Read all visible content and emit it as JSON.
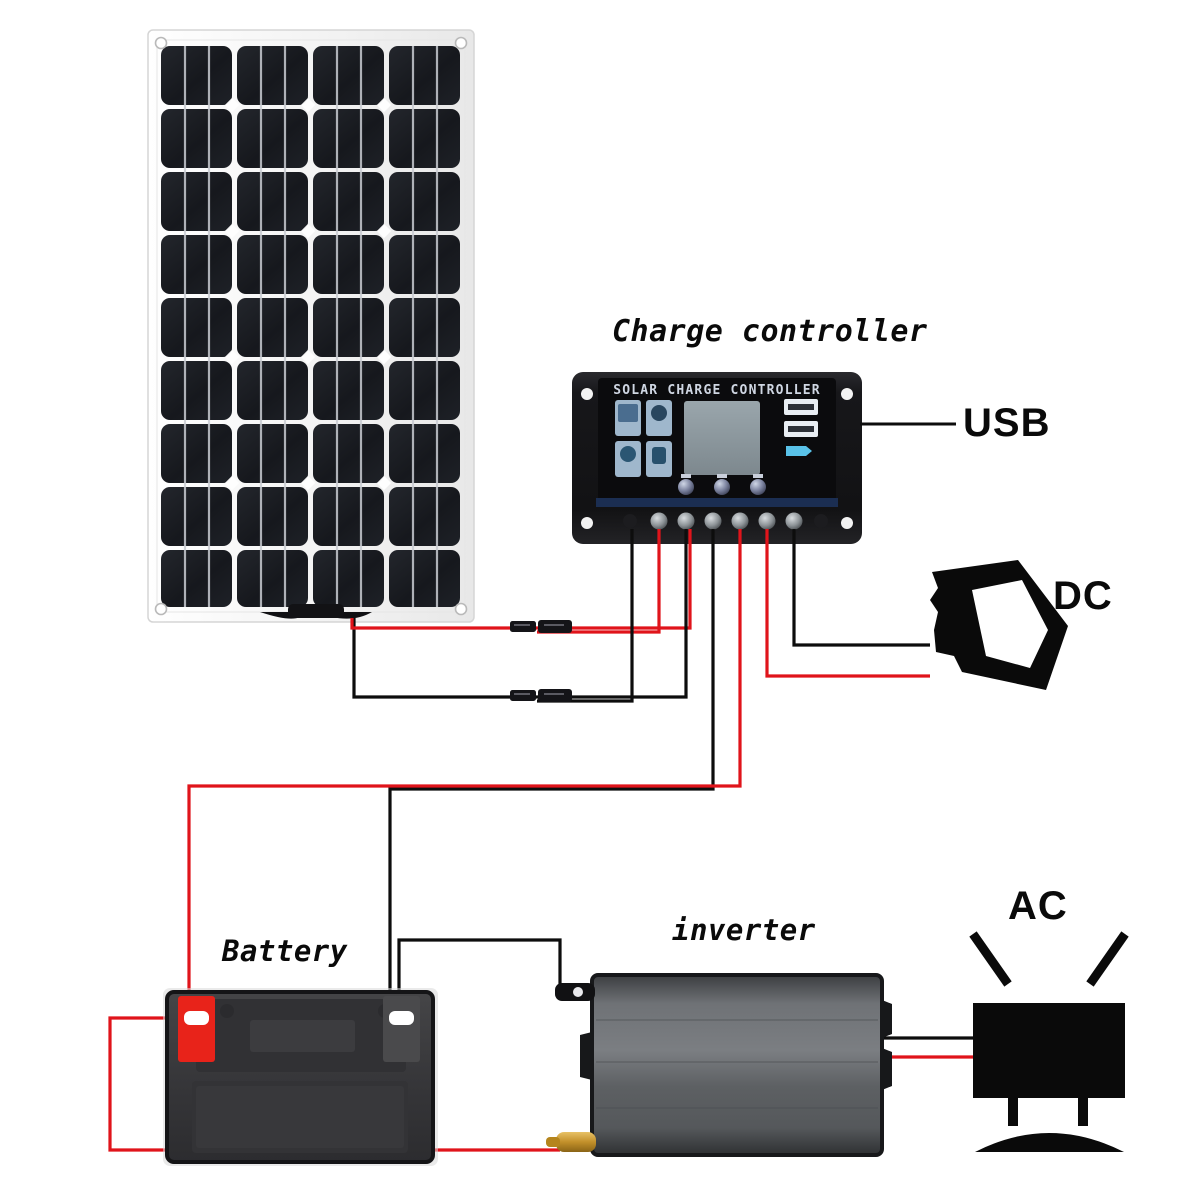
{
  "diagram": {
    "title": "Solar power system wiring diagram",
    "background": "#ffffff"
  },
  "labels": {
    "charge_controller": "Charge controller",
    "battery": "Battery",
    "inverter": "inverter",
    "usb": "USB",
    "dc": "DC",
    "ac": "AC"
  },
  "components": {
    "solar_panel": {
      "name": "solar-panel",
      "frame_color": "#f2f2f2",
      "cell_color": "#1b1d22",
      "columns": 4,
      "rows": 9,
      "grommets": 4,
      "junction_box": "junction-box"
    },
    "charge_controller": {
      "name": "charge-controller",
      "silkscreen": "SOLAR CHARGE CONTROLLER",
      "body_color": "#151517",
      "screen_color": "#8f9aa0",
      "icon_buttons": 4,
      "usb_ports": 2,
      "indicator_lamps": 3,
      "terminal_screws": 6,
      "mounting_holes": 4
    },
    "battery": {
      "name": "battery",
      "body_color": "#3a3a3c",
      "positive_terminal_color": "#e8231a",
      "negative_terminal_color": "#4a4a4c"
    },
    "inverter": {
      "name": "inverter",
      "body_color": "#6e7174",
      "dc_negative_terminal": "black",
      "dc_positive_terminal": "#c9941f"
    },
    "dc_device": {
      "name": "dc-socket",
      "color": "#0a0a0a"
    },
    "ac_device": {
      "name": "ac-television",
      "color": "#0a0a0a",
      "rays": 2
    }
  },
  "wiring": {
    "positive_color": "#e0141b",
    "negative_color": "#0d0d0d",
    "mc4_connectors": 2,
    "connections": [
      {
        "from": "solar-panel-positive",
        "to": "controller-pv-positive",
        "color": "#e0141b"
      },
      {
        "from": "solar-panel-negative",
        "to": "controller-pv-negative",
        "color": "#0d0d0d"
      },
      {
        "from": "controller-battery-positive",
        "to": "battery-positive",
        "color": "#e0141b"
      },
      {
        "from": "controller-battery-negative",
        "to": "battery-negative",
        "color": "#0d0d0d"
      },
      {
        "from": "controller-load-positive",
        "to": "dc-socket-positive",
        "color": "#e0141b"
      },
      {
        "from": "controller-load-negative",
        "to": "dc-socket-negative",
        "color": "#0d0d0d"
      },
      {
        "from": "battery-negative",
        "to": "inverter-dc-negative",
        "color": "#0d0d0d"
      },
      {
        "from": "inverter-dc-positive",
        "to": "battery-positive",
        "color": "#e0141b"
      },
      {
        "from": "inverter-ac-output",
        "to": "ac-television",
        "color": "#0d0d0d"
      }
    ]
  }
}
